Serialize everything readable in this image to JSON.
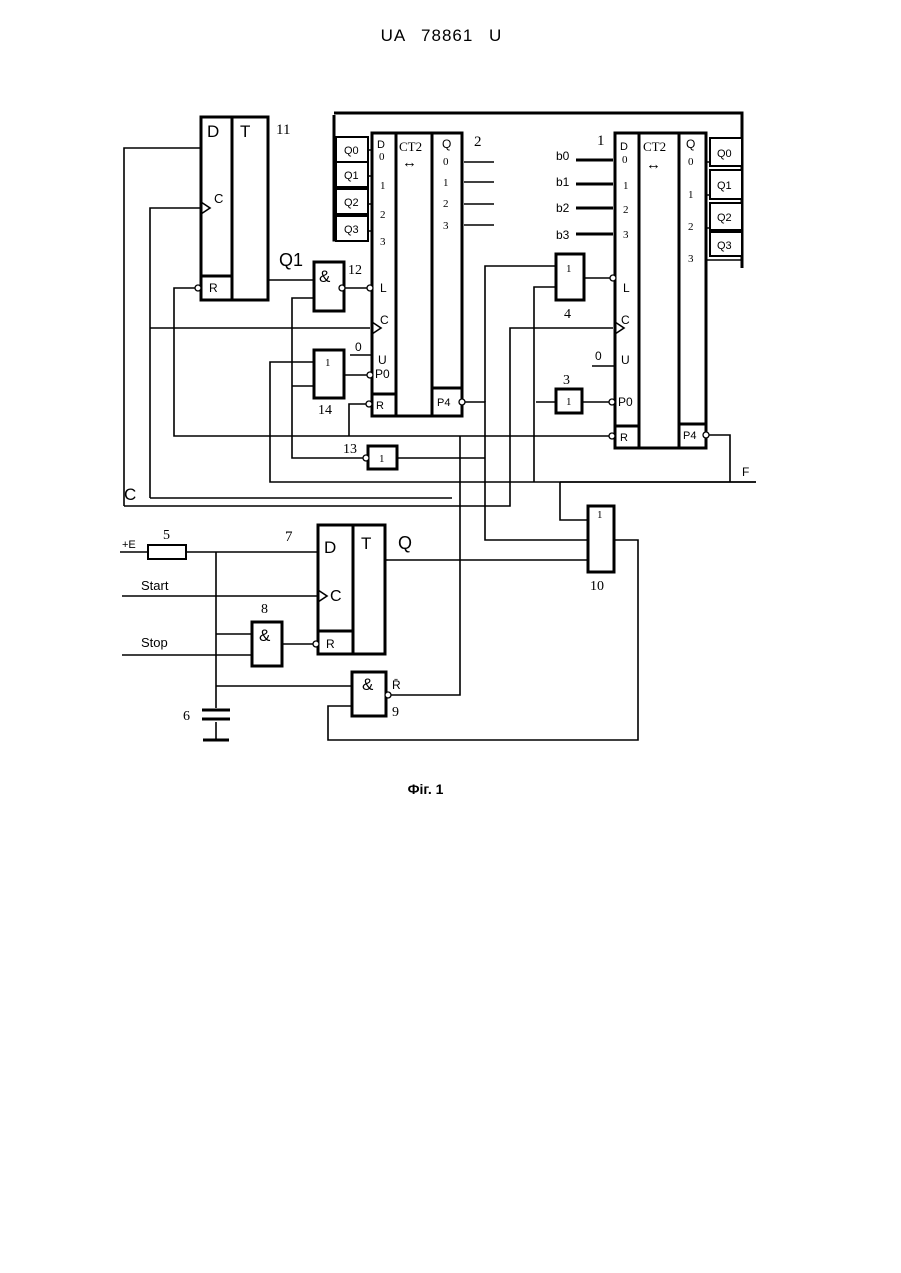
{
  "header": "UA 78861 U",
  "caption": "Фіг. 1",
  "components": {
    "trigger11": {
      "ref": "11",
      "d": "D",
      "t": "T",
      "c": "C",
      "r": "R",
      "q": "Q1"
    },
    "counter2": {
      "ref": "2",
      "title": "CT2",
      "arrow": "↔",
      "inputs": [
        "D",
        "0",
        "1",
        "2",
        "3",
        "L",
        "C",
        "U",
        "P0",
        "R"
      ],
      "outputs": [
        "Q",
        "0",
        "1",
        "2",
        "3",
        "P4"
      ],
      "u_value": "0",
      "in_labels": [
        "Q0",
        "Q1",
        "Q2",
        "Q3"
      ]
    },
    "counter1": {
      "ref": "1",
      "title": "CT2",
      "arrow": "↔",
      "inputs": [
        "D",
        "0",
        "1",
        "2",
        "3",
        "L",
        "C",
        "U",
        "P0",
        "R"
      ],
      "outputs": [
        "Q",
        "0",
        "1",
        "2",
        "3",
        "P4"
      ],
      "u_value": "0",
      "in_labels": [
        "b0",
        "b1",
        "b2",
        "b3"
      ],
      "out_labels": [
        "Q0",
        "Q1",
        "Q2",
        "Q3"
      ]
    },
    "gate12": {
      "ref": "12",
      "sym": "&"
    },
    "gate14": {
      "ref": "14",
      "sym": "1"
    },
    "gate13": {
      "ref": "13",
      "sym": "1"
    },
    "gate4": {
      "ref": "4",
      "sym": "1"
    },
    "gate3": {
      "ref": "3",
      "sym": "1"
    },
    "gate10": {
      "ref": "10",
      "sym": "1"
    },
    "trigger7": {
      "ref": "7",
      "d": "D",
      "t": "T",
      "c": "C",
      "r": "R",
      "q": "Q"
    },
    "gate8": {
      "ref": "8",
      "sym": "&"
    },
    "gate9": {
      "ref": "9",
      "sym": "&",
      "out": "R̄"
    },
    "resistor5": {
      "ref": "5"
    },
    "capacitor6": {
      "ref": "6"
    },
    "signals": {
      "power": "+E",
      "start": "Start",
      "stop": "Stop",
      "clock": "C",
      "flag": "F"
    }
  }
}
